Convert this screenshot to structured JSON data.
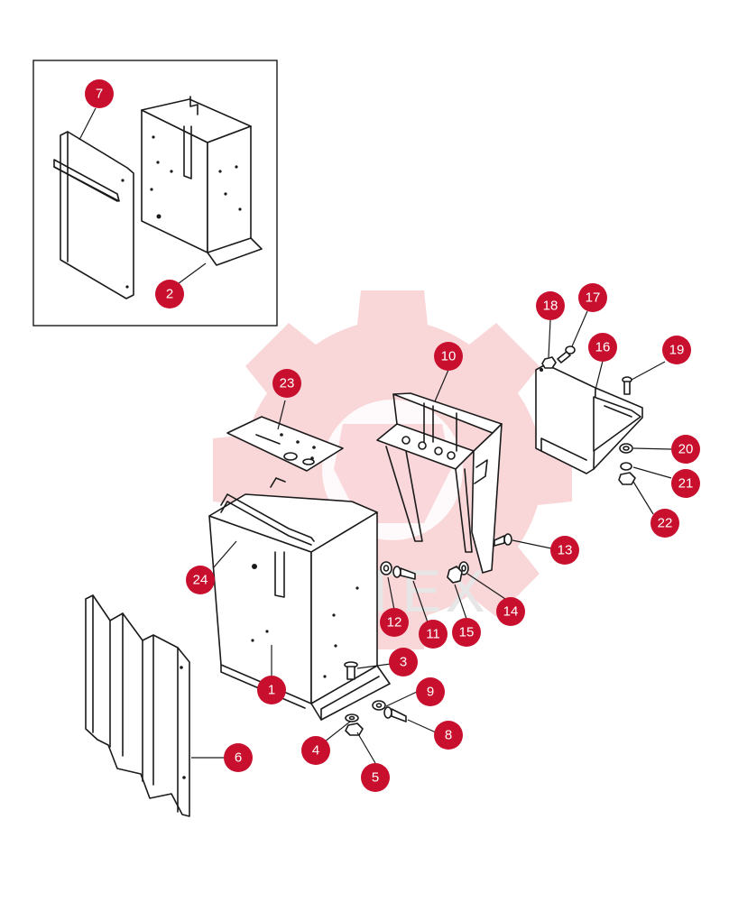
{
  "diagram": {
    "watermark_text": "ИНТЕХ",
    "colors": {
      "callout": "#c8102e",
      "watermark_gear": "#f7c9cc",
      "line": "#1a1a1a"
    },
    "callouts": [
      "1",
      "2",
      "3",
      "4",
      "5",
      "6",
      "7",
      "8",
      "9",
      "10",
      "11",
      "12",
      "13",
      "14",
      "15",
      "16",
      "17",
      "18",
      "19",
      "20",
      "21",
      "22",
      "23",
      "24"
    ]
  }
}
